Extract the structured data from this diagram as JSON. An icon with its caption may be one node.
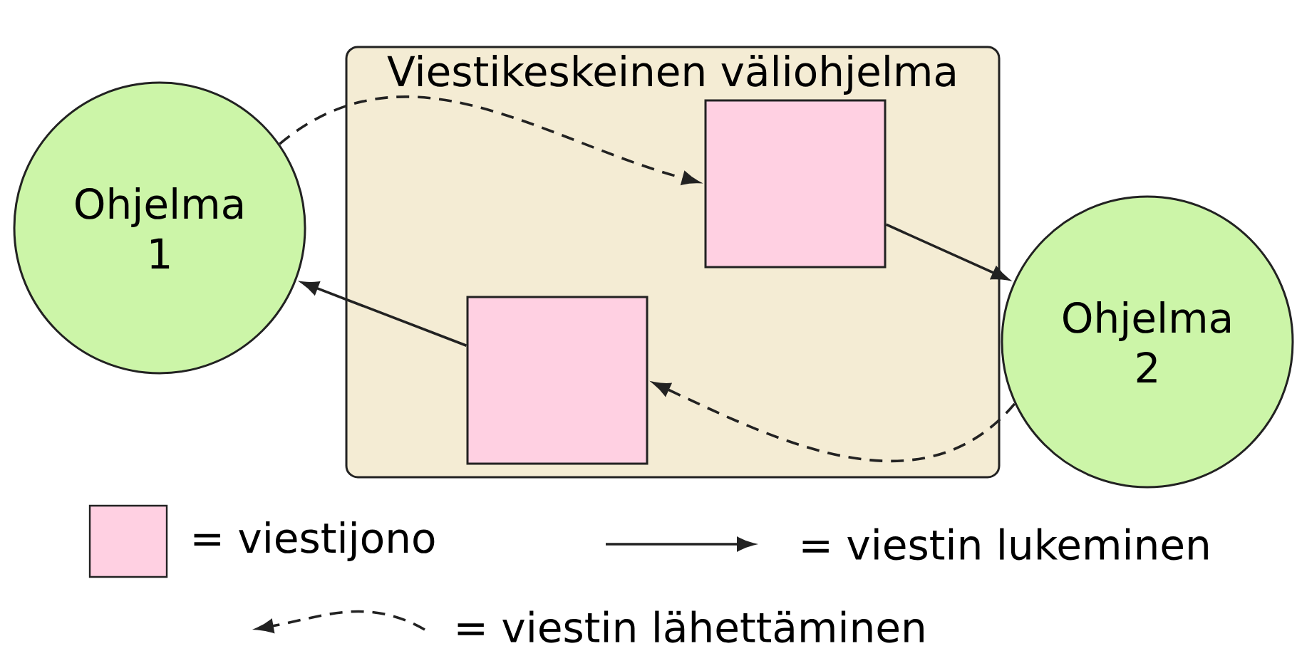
{
  "diagram": {
    "nodes": [
      {
        "text": [
          "Viestikeskeinen väliohjelma"
        ]
      },
      {
        "text": [
          "Ohjelma 1"
        ]
      },
      {
        "text": [],
        "shape": "box",
        "in": 0
      },
      {
        "text": [],
        "shape": "box",
        "in": 0
      },
      {
        "text": [
          "Ohjelma 2"
        ]
      }
    ],
    "edges": [
      {
        "from": 1,
        "to": 2,
        "arrow": "to",
        "style": "dashed"
      },
      {
        "from": 2,
        "to": 4,
        "arrow": "to"
      },
      {
        "from": 4,
        "to": 3,
        "arrow": "to",
        "style": "dashed"
      },
      {
        "from": 3,
        "to": 1,
        "arrow": "to"
      }
    ],
    "legend": [
      {
        "text": "= viestijono",
        "color": "#ffd0e2"
      },
      {
        "text": "= viestin lukeminen"
      },
      {
        "text": "= viestin lähettäminen"
      }
    ]
  }
}
